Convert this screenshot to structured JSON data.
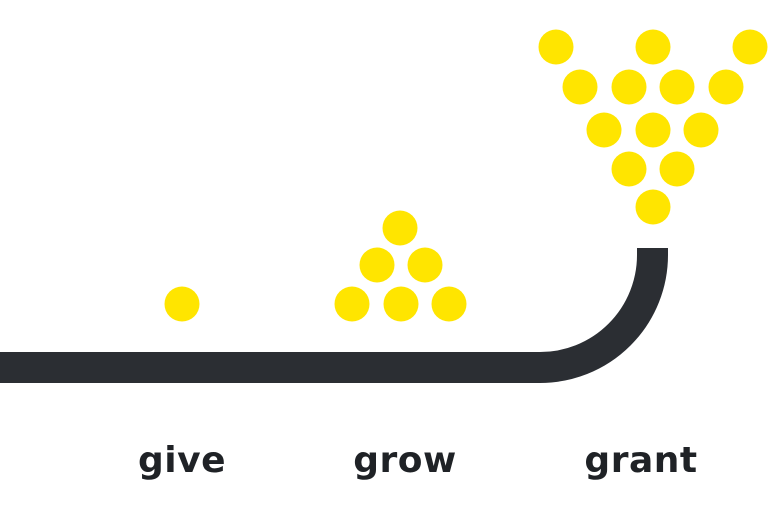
{
  "colors": {
    "coin": "#FFE500",
    "track": "#2B2E33",
    "text": "#1F2226"
  },
  "stages": [
    {
      "label": "give",
      "coins": 1
    },
    {
      "label": "grow",
      "coins": 6
    },
    {
      "label": "grant",
      "coins": 13
    }
  ]
}
